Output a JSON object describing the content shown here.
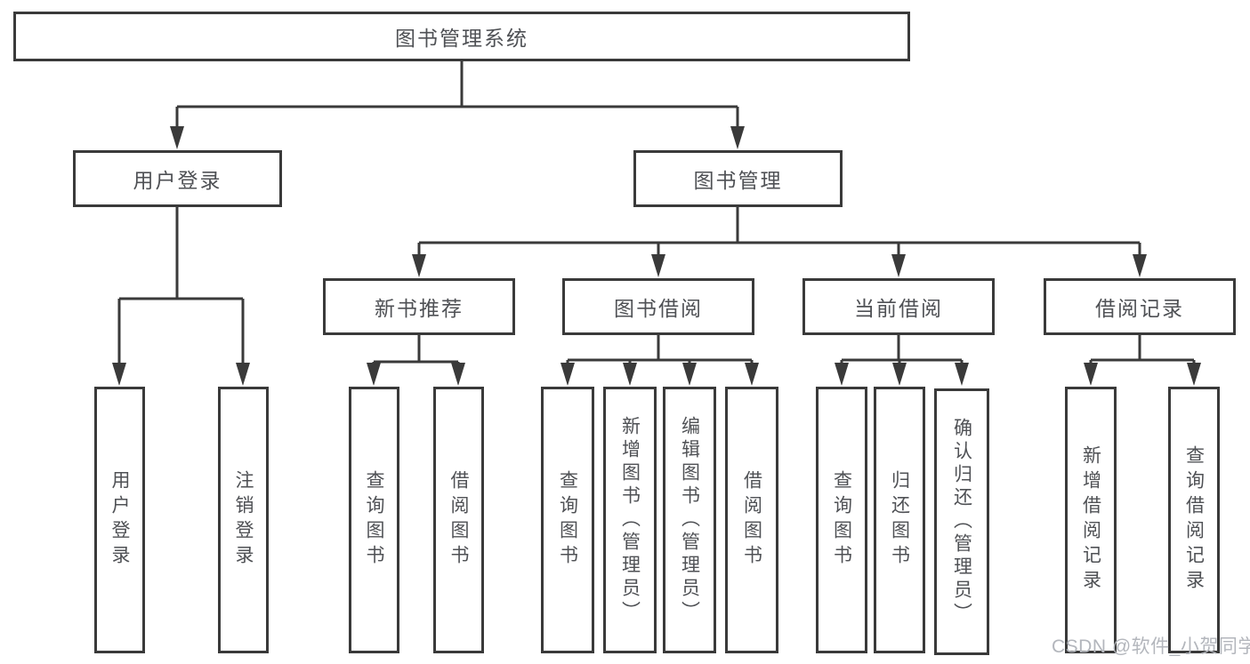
{
  "tree": {
    "label": "图书管理系统",
    "children": [
      {
        "label": "用户登录",
        "children": [
          {
            "label": "用户登录"
          },
          {
            "label": "注销登录"
          }
        ]
      },
      {
        "label": "图书管理",
        "children": [
          {
            "label": "新书推荐",
            "children": [
              {
                "label": "查询图书"
              },
              {
                "label": "借阅图书"
              }
            ]
          },
          {
            "label": "图书借阅",
            "children": [
              {
                "label": "查询图书"
              },
              {
                "label": "新增图书（管理员）"
              },
              {
                "label": "编辑图书（管理员）"
              },
              {
                "label": "借阅图书"
              }
            ]
          },
          {
            "label": "当前借阅",
            "children": [
              {
                "label": "查询图书"
              },
              {
                "label": "归还图书"
              },
              {
                "label": "确认归还（管理员）"
              }
            ]
          },
          {
            "label": "借阅记录",
            "children": [
              {
                "label": "新增借阅记录"
              },
              {
                "label": "查询借阅记录"
              }
            ]
          }
        ]
      }
    ]
  },
  "watermark": "CSDN @软件_小贺同学",
  "colors": {
    "line": "#3a3a3a",
    "text": "#4f5155",
    "watermark": "#b3b6bc",
    "background": "#ffffff"
  }
}
